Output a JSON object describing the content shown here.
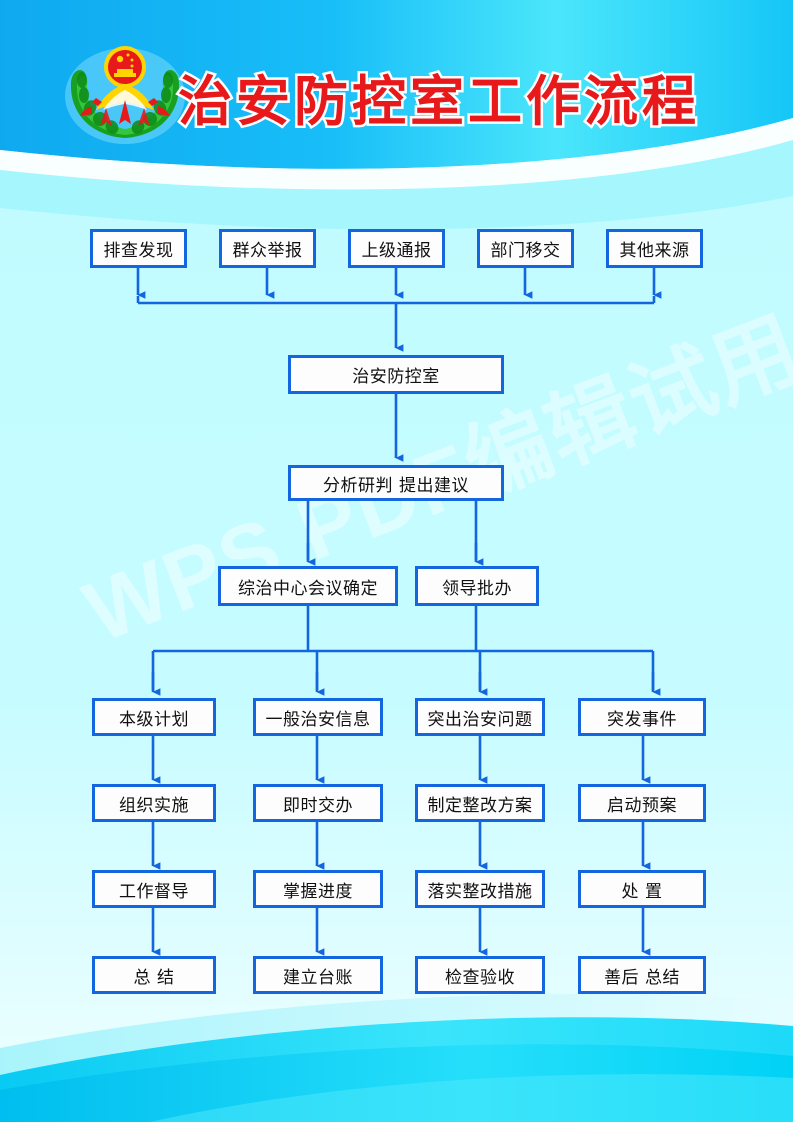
{
  "poster": {
    "title": "治安防控室工作流程",
    "emblem_name": "police-emblem",
    "watermark": "WPS PDF编辑试用",
    "background_color": "#BCFBFF",
    "title_color": "#E8191B",
    "node_border_color": "#1365E0",
    "node_fill_color": "#FDFDFD",
    "header_band_color": "#14B4F5",
    "accent_cyan": "#00D4F5"
  },
  "flow": {
    "sources": [
      {
        "label": "排查发现"
      },
      {
        "label": "群众举报"
      },
      {
        "label": "上级通报"
      },
      {
        "label": "部门移交"
      },
      {
        "label": "其他来源"
      }
    ],
    "hub": {
      "label": "治安防控室"
    },
    "analysis": {
      "label": "分析研判 提出建议"
    },
    "decision": [
      {
        "label": "综治中心会议确定"
      },
      {
        "label": "领导批办"
      }
    ],
    "columns": [
      {
        "stage1": "本级计划",
        "stage2": "组织实施",
        "stage3": "工作督导",
        "stage4": "总    结"
      },
      {
        "stage1": "一般治安信息",
        "stage2": "即时交办",
        "stage3": "掌握进度",
        "stage4": "建立台账"
      },
      {
        "stage1": "突出治安问题",
        "stage2": "制定整改方案",
        "stage3": "落实整改措施",
        "stage4": "检查验收"
      },
      {
        "stage1": "突发事件",
        "stage2": "启动预案",
        "stage3": "处    置",
        "stage4": "善后  总结"
      }
    ]
  }
}
